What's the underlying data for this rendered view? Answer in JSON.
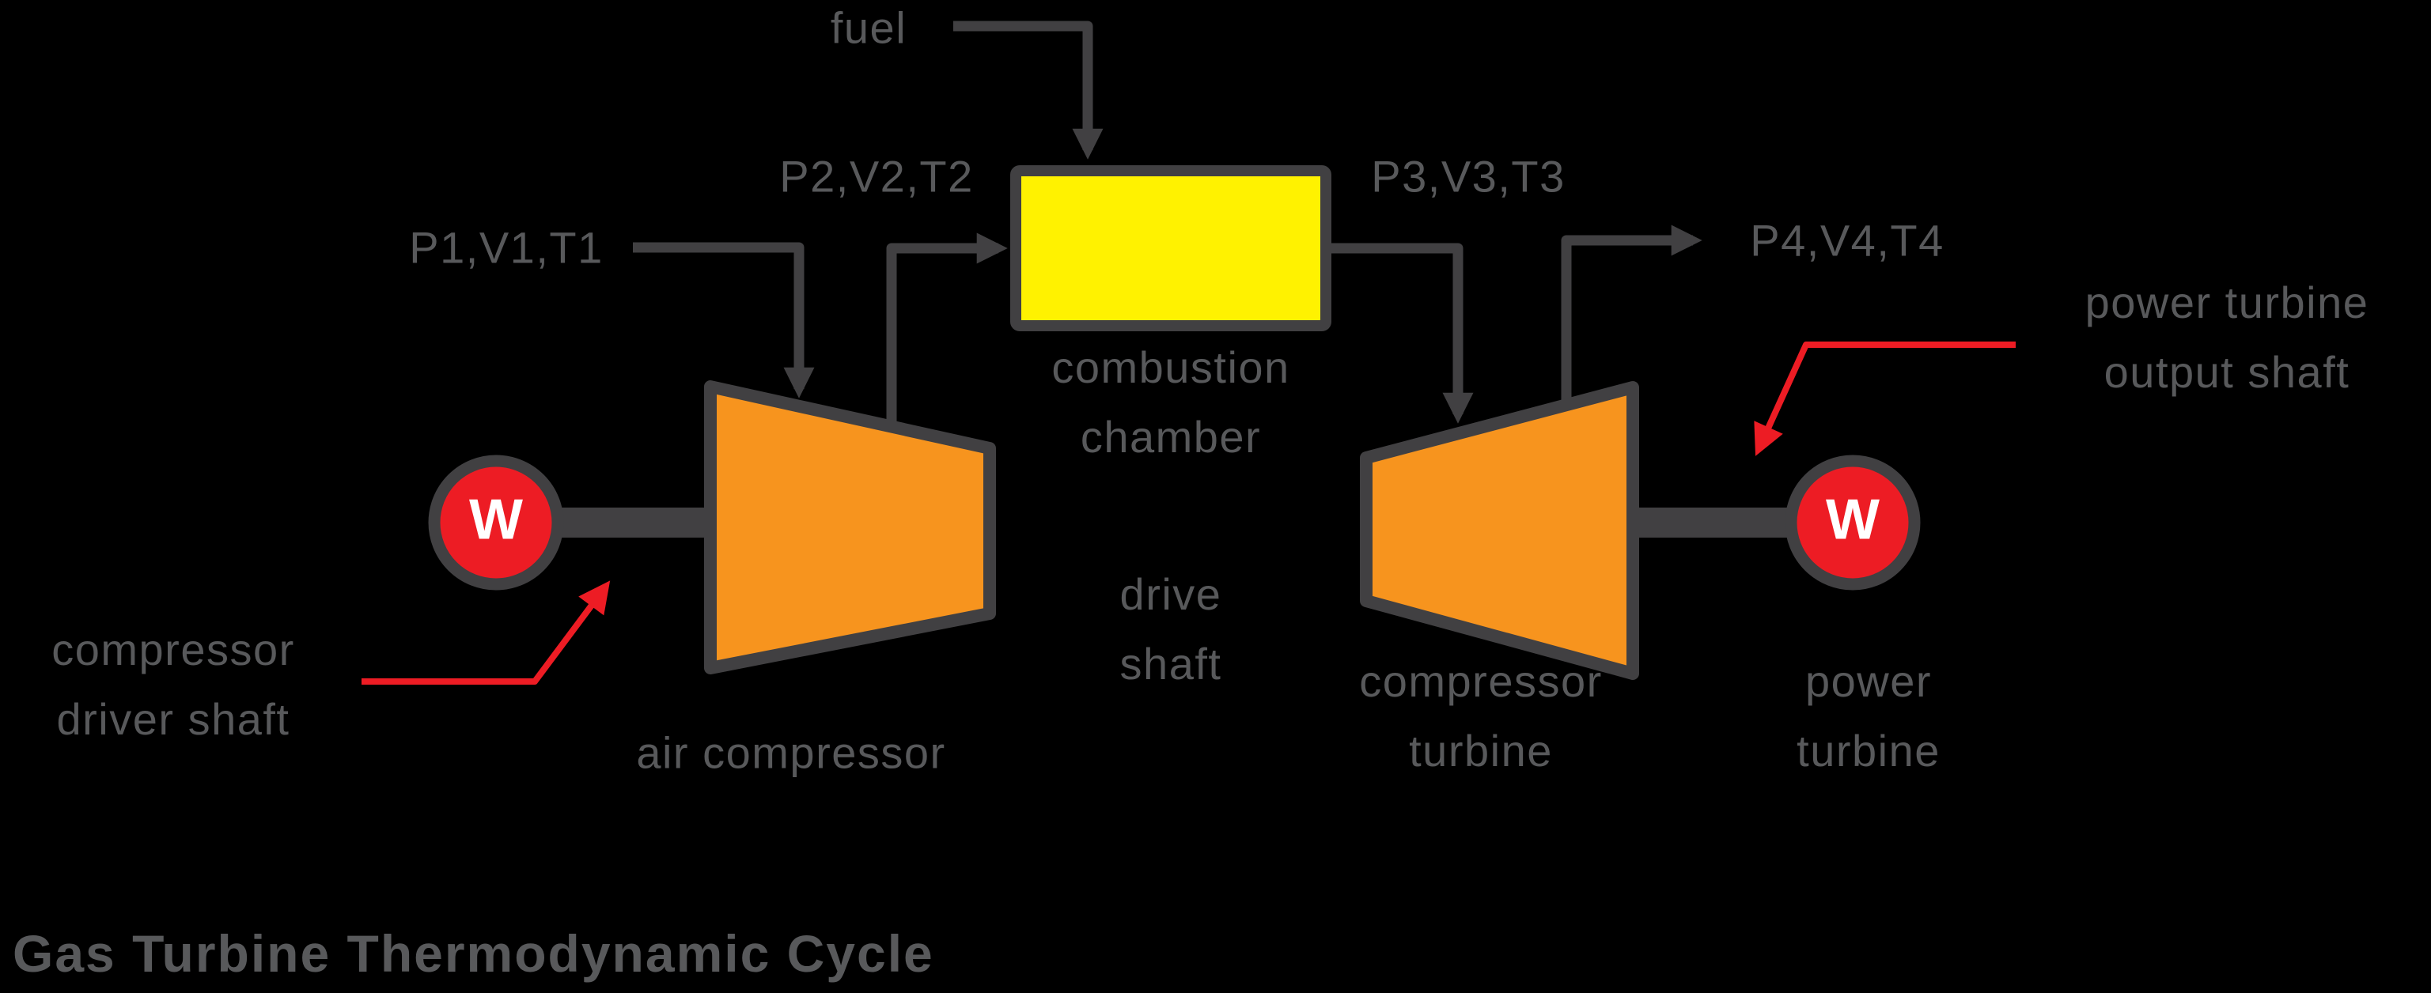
{
  "diagram": {
    "title": "Gas Turbine Thermodynamic Cycle",
    "fuel_label": "fuel",
    "stations": {
      "p1": "P1,V1,T1",
      "p2": "P2,V2,T2",
      "p3": "P3,V3,T3",
      "p4": "P4,V4,T4"
    },
    "components": {
      "combustion_chamber": {
        "line1": "combustion",
        "line2": "chamber"
      },
      "air_compressor": {
        "label": "air compressor"
      },
      "compressor_turbine": {
        "line1": "compressor",
        "line2": "turbine"
      },
      "power_turbine": {
        "line1": "power",
        "line2": "turbine"
      },
      "drive_shaft": {
        "line1": "drive",
        "line2": "shaft"
      },
      "work_symbol": "W"
    },
    "annotations": {
      "compressor_driver_shaft": {
        "line1": "compressor",
        "line2": "driver shaft"
      },
      "power_turbine_output_shaft": {
        "line1": "power turbine",
        "line2": "output shaft"
      }
    },
    "colors": {
      "background": "#000000",
      "outline_gray": "#414042",
      "text_gray": "#58595B",
      "machine_orange": "#F7941E",
      "chamber_yellow": "#FFF200",
      "work_red": "#ED1C24",
      "annotation_red": "#ED1C24",
      "w_text": "#FFFFFF"
    }
  }
}
